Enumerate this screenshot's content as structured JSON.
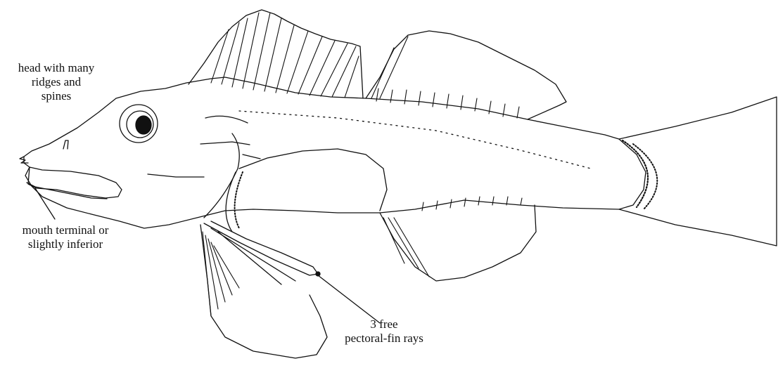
{
  "labels": {
    "head": [
      "head with many",
      "ridges and",
      "spines"
    ],
    "mouth": [
      "mouth terminal or",
      "slightly inferior"
    ],
    "rays": [
      "3 free",
      "pectoral-fin rays"
    ]
  },
  "colors": {
    "ink": "#111111",
    "background": "#ffffff"
  }
}
